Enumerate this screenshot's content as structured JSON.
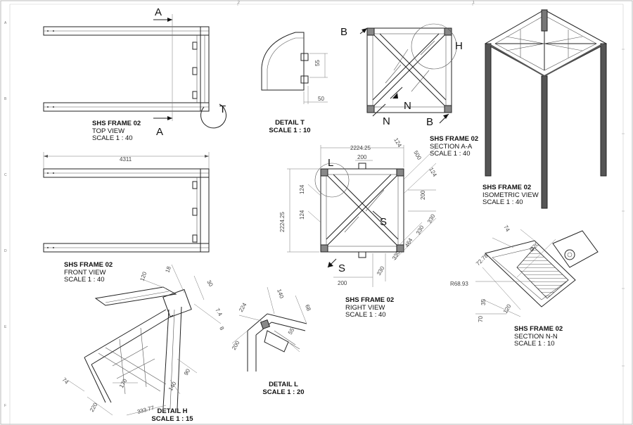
{
  "zones": {
    "left": [
      "A",
      "B",
      "C",
      "D",
      "E",
      "F"
    ],
    "top": [
      "2",
      "1"
    ]
  },
  "views": {
    "top": {
      "title": "SHS FRAME 02",
      "view": "TOP VIEW",
      "scale": "SCALE 1 : 40"
    },
    "detail_t": {
      "title": "DETAIL T",
      "scale": "SCALE 1 : 10"
    },
    "section_aa": {
      "title": "SHS FRAME 02",
      "view": "SECTION A-A",
      "scale": "SCALE 1 : 40"
    },
    "isometric": {
      "title": "SHS FRAME 02",
      "view": "ISOMETRIC VIEW",
      "scale": "SCALE 1 : 40"
    },
    "front": {
      "title": "SHS FRAME 02",
      "view": "FRONT VIEW",
      "scale": "SCALE 1 : 40"
    },
    "right": {
      "title": "SHS FRAME 02",
      "view": "RIGHT VIEW",
      "scale": "SCALE 1 : 40"
    },
    "section_nn": {
      "title": "SHS FRAME 02",
      "view": "SECTION N-N",
      "scale": "SCALE 1 : 10"
    },
    "detail_l": {
      "title": "DETAIL L",
      "scale": "SCALE 1 : 20"
    },
    "detail_h": {
      "title": "DETAIL H",
      "scale": "SCALE 1 : 15"
    }
  },
  "section_labels": {
    "a": "A",
    "b": "B",
    "n": "N",
    "s": "S",
    "t": "T",
    "h": "H",
    "l": "L"
  },
  "dimensions": {
    "front_length": "4311",
    "detail_t": [
      "55",
      "50"
    ],
    "right_width": "2224.25",
    "right_height": "2224.25",
    "right_values": [
      "200",
      "124",
      "124",
      "124",
      "500",
      "124",
      "200",
      "330",
      "330",
      "464",
      "330",
      "330",
      "200"
    ],
    "section_nn": [
      "74",
      "72.78",
      "Ø20",
      "R68.93",
      "35",
      "120",
      "70"
    ],
    "detail_l": [
      "140",
      "224",
      "68",
      "200",
      "55"
    ],
    "detail_h": [
      "120",
      "18",
      "30",
      "7.4",
      "8",
      "90",
      "140",
      "170",
      "74",
      "220",
      "333.77"
    ]
  }
}
